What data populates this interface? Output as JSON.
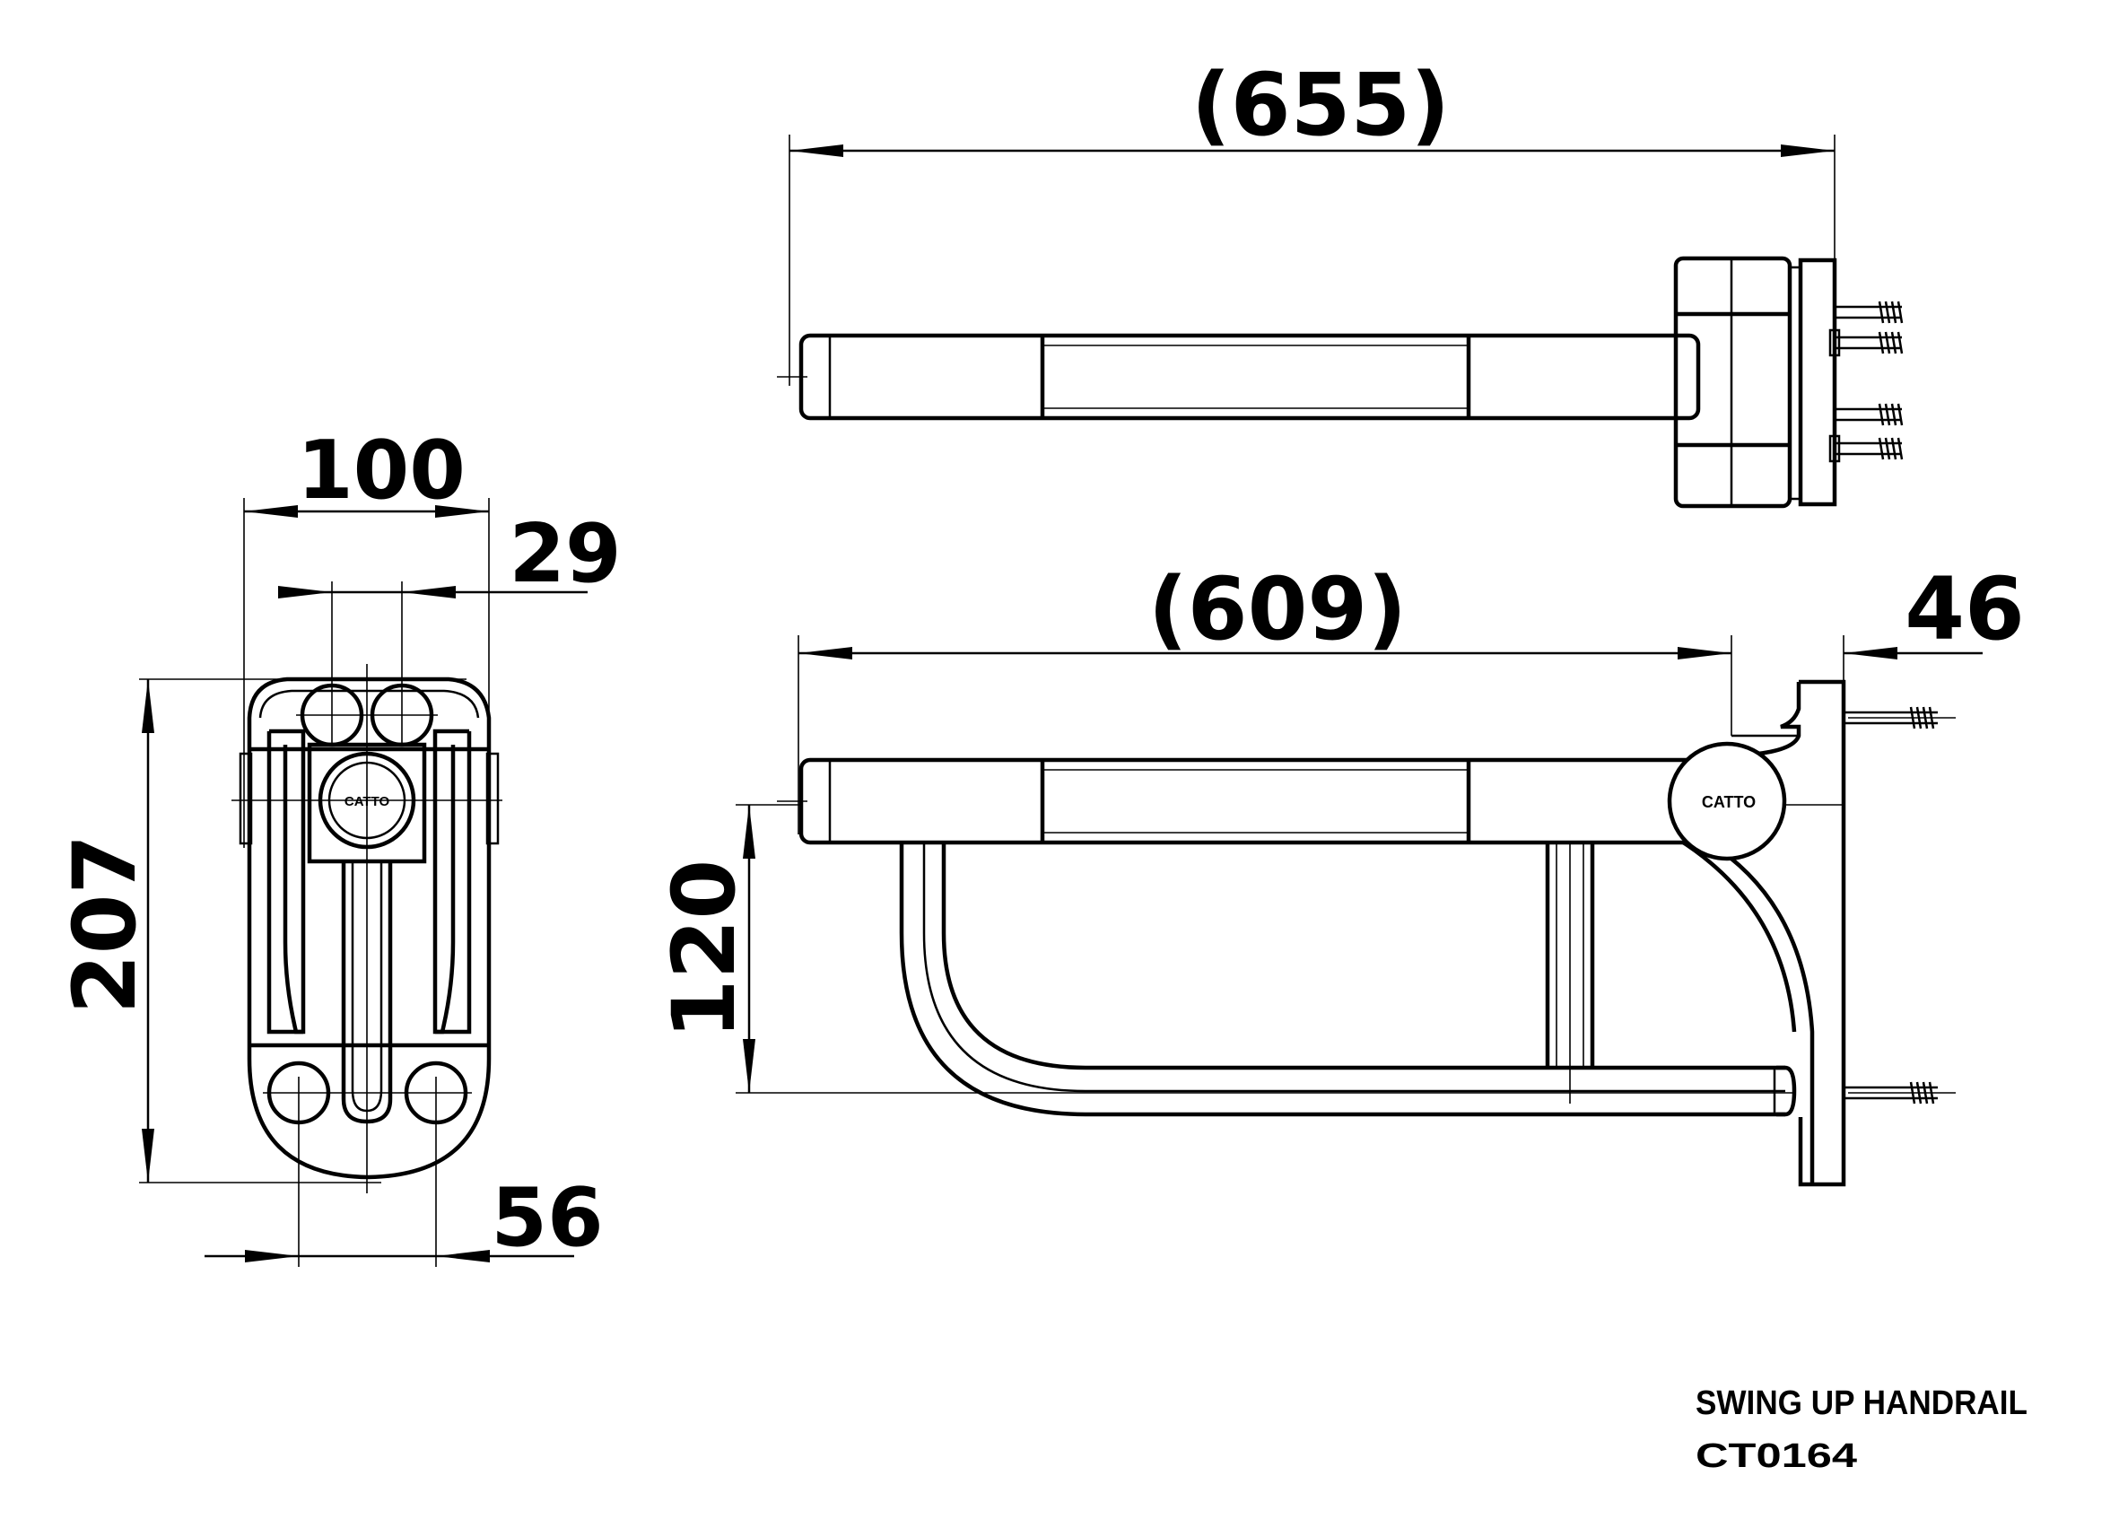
{
  "product": {
    "name": "SWING UP HANDRAIL",
    "code": "CT0164"
  },
  "dimensions": {
    "top_overall_length": "(655)",
    "side_bar_length": "(609)",
    "side_plate_offset": "46",
    "side_height": "120",
    "front_width": "100",
    "front_hole_spacing_top": "29",
    "front_height": "207",
    "front_hole_spacing_bottom": "56"
  },
  "logo_text": "CATTO"
}
